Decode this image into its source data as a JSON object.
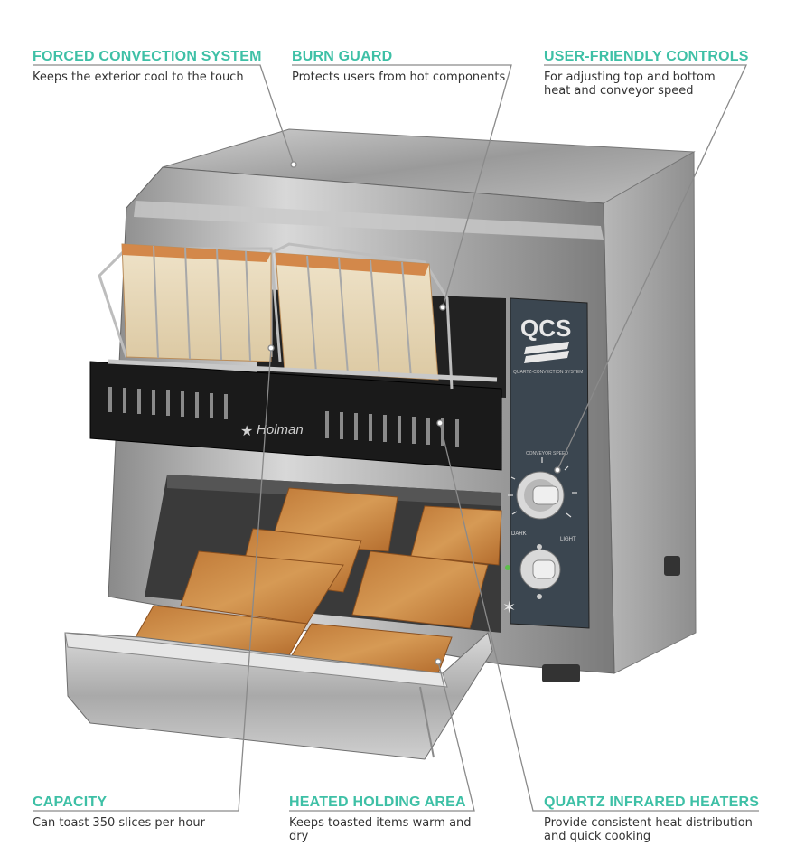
{
  "colors": {
    "accent": "#3ec0a6",
    "text": "#333333",
    "leader": "#8a8a8a"
  },
  "callouts": {
    "forced_convection": {
      "title": "FORCED CONVECTION SYSTEM",
      "desc": "Keeps the exterior cool to the touch"
    },
    "burn_guard": {
      "title": "BURN GUARD",
      "desc": "Protects users from hot components"
    },
    "user_controls": {
      "title": "USER-FRIENDLY CONTROLS",
      "desc_1": "For adjusting top and bottom",
      "desc_2": "heat and conveyor speed"
    },
    "capacity": {
      "title": "CAPACITY",
      "desc": "Can toast 350 slices per hour"
    },
    "holding_area": {
      "title": "HEATED HOLDING AREA",
      "desc": "Keeps toasted items warm and dry"
    },
    "quartz_heaters": {
      "title": "QUARTZ INFRARED HEATERS",
      "desc_1": "Provide consistent heat distribution",
      "desc_2": "and quick cooking"
    }
  },
  "product": {
    "panel_logo": "QCS",
    "panel_caption": "QUARTZ-CONVECTION SYSTEM",
    "dial_caption": "CONVEYOR SPEED",
    "dial_dark": "DARK",
    "dial_light": "LIGHT",
    "brand": "Holman",
    "star_logo": "STAR"
  }
}
